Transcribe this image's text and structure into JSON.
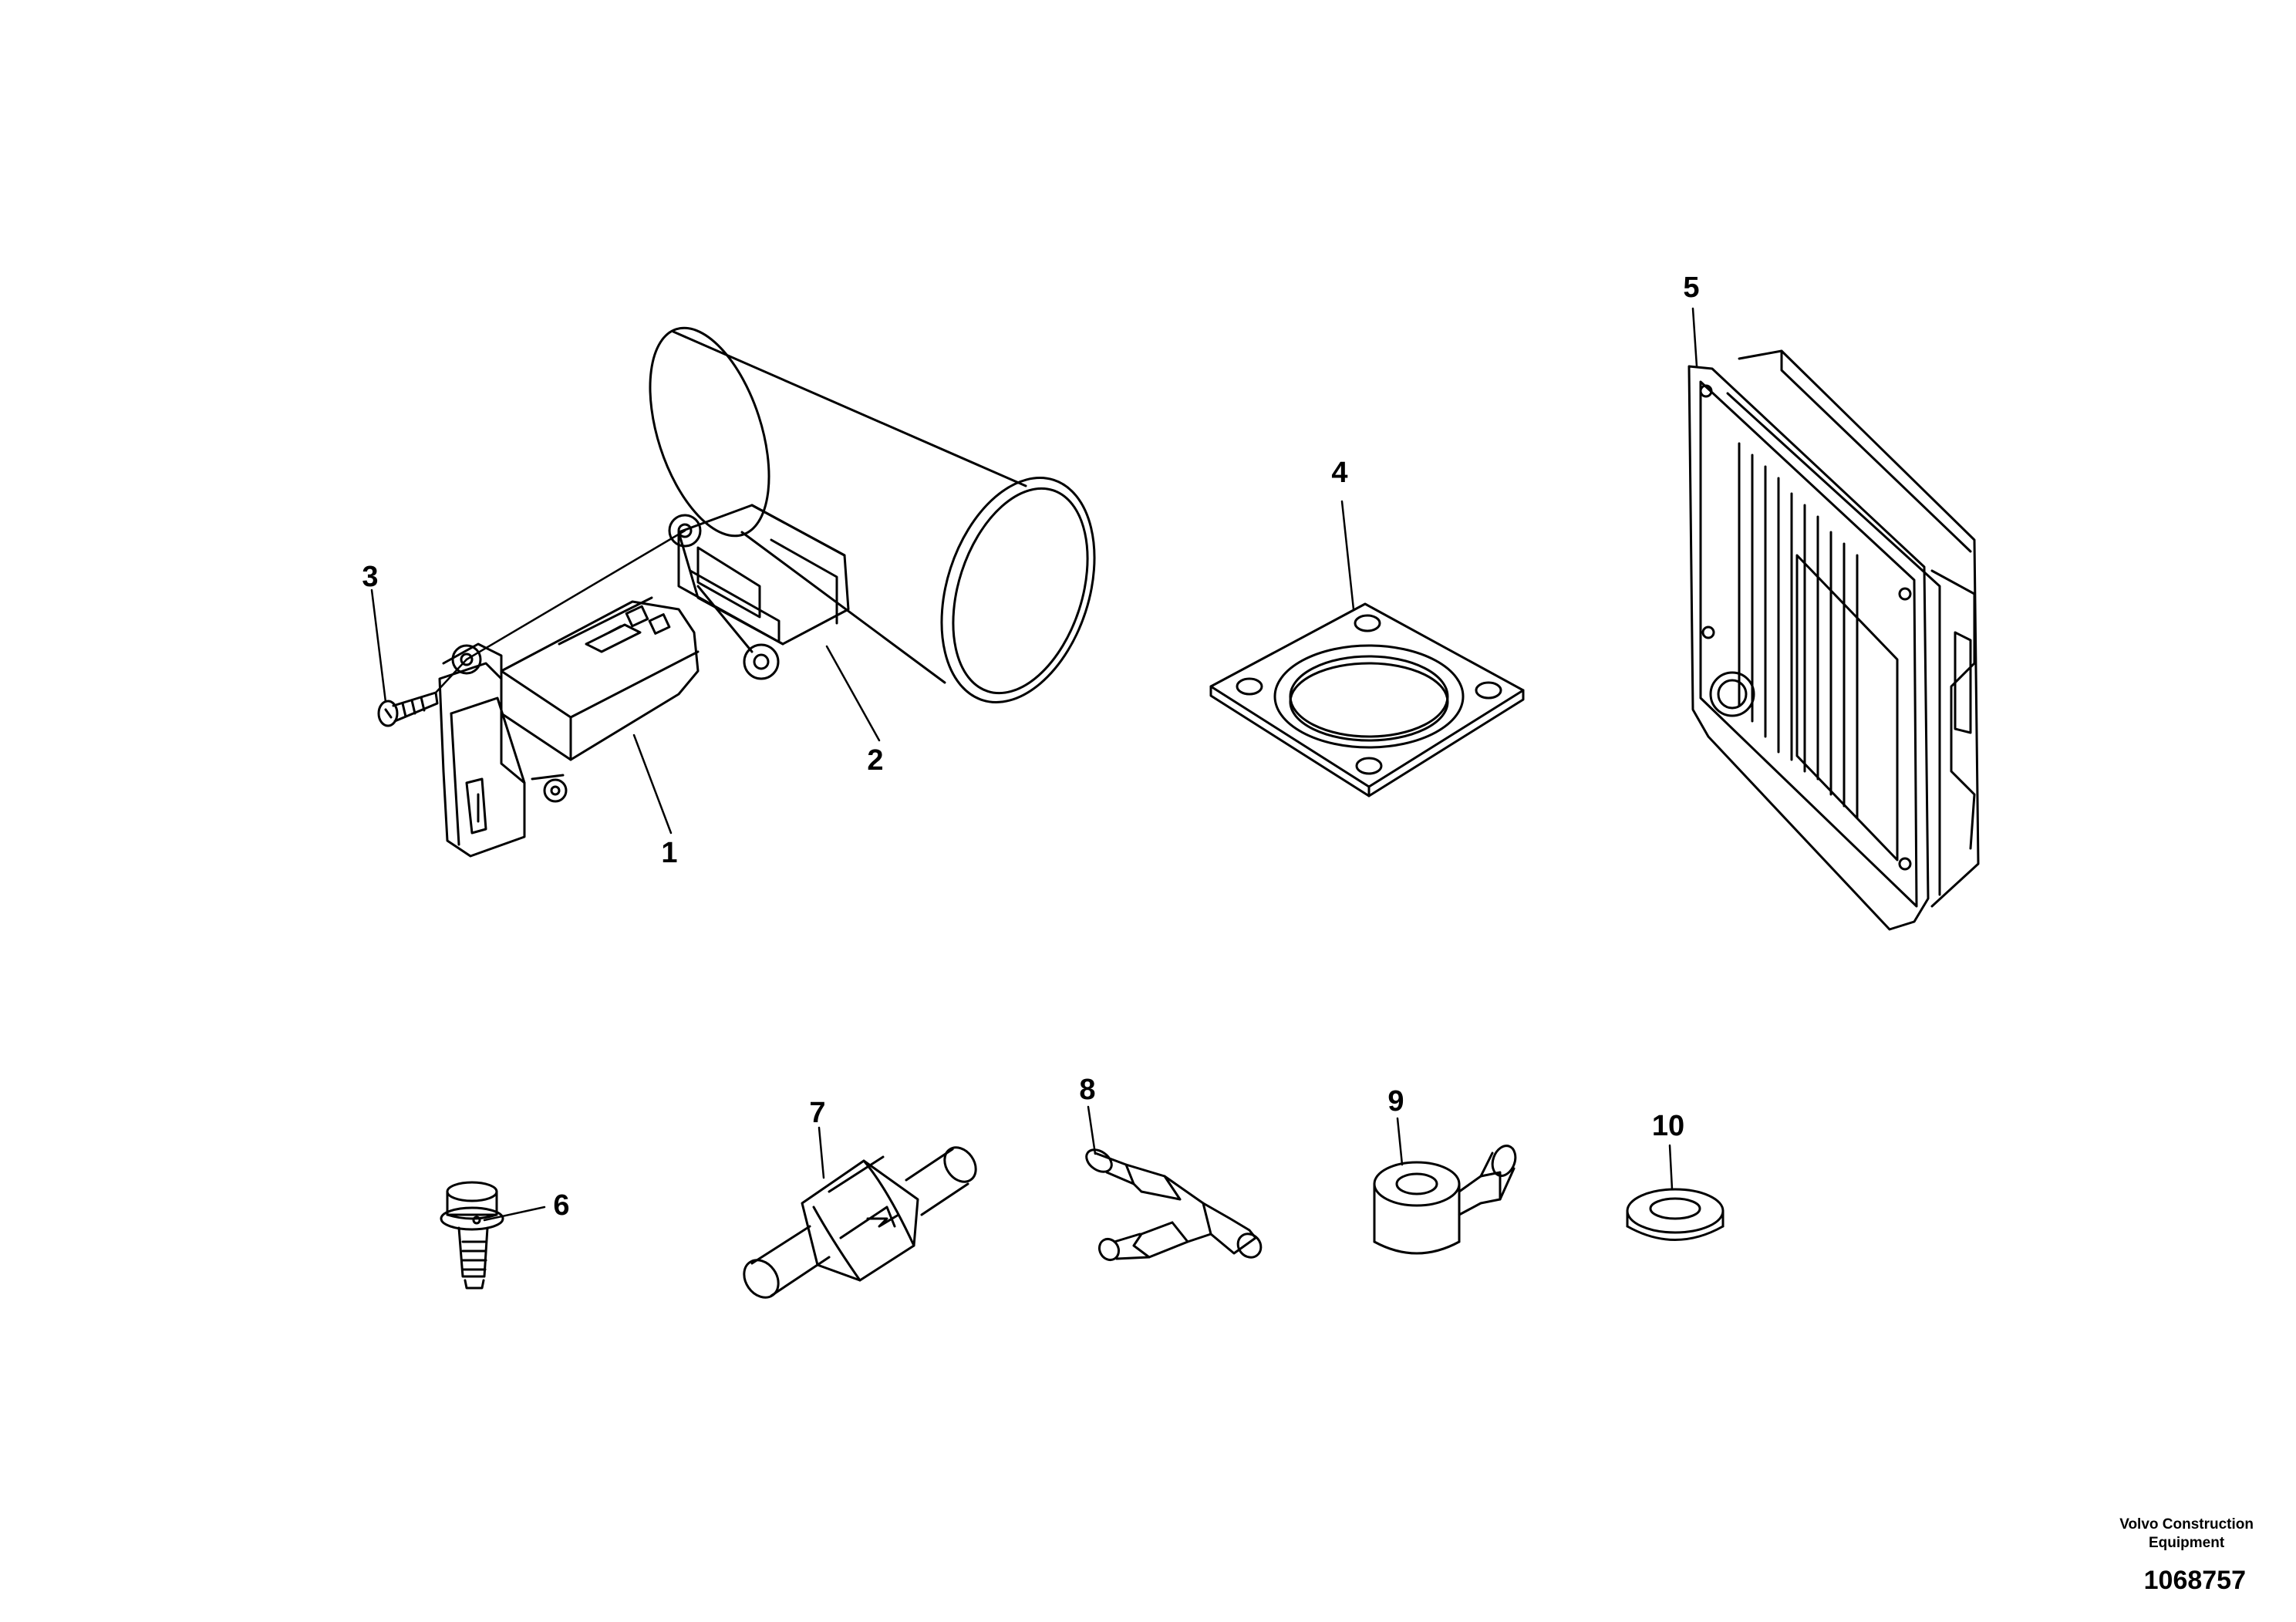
{
  "callouts": [
    {
      "id": "1",
      "label": "1"
    },
    {
      "id": "2",
      "label": "2"
    },
    {
      "id": "3",
      "label": "3"
    },
    {
      "id": "4",
      "label": "4"
    },
    {
      "id": "5",
      "label": "5"
    },
    {
      "id": "6",
      "label": "6"
    },
    {
      "id": "7",
      "label": "7"
    },
    {
      "id": "8",
      "label": "8"
    },
    {
      "id": "9",
      "label": "9"
    },
    {
      "id": "10",
      "label": "10"
    }
  ],
  "brand": {
    "line1": "Volvo Construction",
    "line2": "Equipment"
  },
  "document_number": "1068757",
  "colors": {
    "line": "#000000",
    "background": "#ffffff"
  }
}
